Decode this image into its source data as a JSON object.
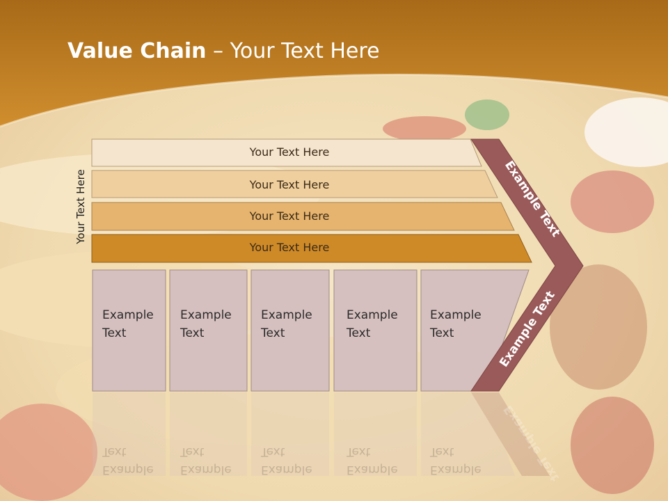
{
  "title": {
    "bold": "Value Chain",
    "rest": " – Your Text Here"
  },
  "side_label": "Your Text Here",
  "bars": [
    {
      "label": "Your Text Here",
      "color": "#f5e5cf"
    },
    {
      "label": "Your Text Here",
      "color": "#f0cf9e"
    },
    {
      "label": "Your Text Here",
      "color": "#e6b46e"
    },
    {
      "label": "Your Text Here",
      "color": "#cf8a28"
    }
  ],
  "boxes": [
    {
      "line1": "Example",
      "line2": "Text"
    },
    {
      "line1": "Example",
      "line2": "Text"
    },
    {
      "line1": "Example",
      "line2": "Text"
    },
    {
      "line1": "Example",
      "line2": "Text"
    },
    {
      "line1": "Example",
      "line2": "Text"
    }
  ],
  "chevron": {
    "upper": "Example Text",
    "lower": "Example Text",
    "color": "#9a5a5a"
  },
  "colors": {
    "header": "#c9862a",
    "box_fill": "#d6c0bf",
    "box_border": "#9c8a88"
  }
}
